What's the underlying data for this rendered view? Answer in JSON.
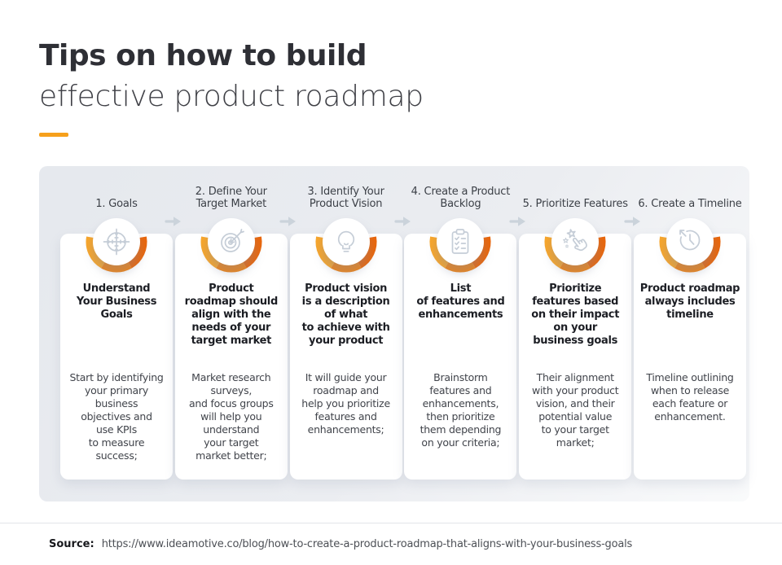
{
  "header": {
    "title_bold": "Tips on how to build",
    "title_light": "effective product roadmap"
  },
  "steps": [
    {
      "label": "1. Goals",
      "icon": "crosshair-target-icon",
      "heading": "Understand\nYour Business\nGoals",
      "body": "Start by identifying\nyour primary\nbusiness\nobjectives and\nuse KPIs\nto measure\nsuccess;"
    },
    {
      "label": "2. Define Your\nTarget Market",
      "icon": "bullseye-dart-icon",
      "heading": "Product\nroadmap should\nalign with the\nneeds of your\ntarget market",
      "body": "Market research\nsurveys,\nand focus groups\nwill help you\nunderstand\nyour target\nmarket better;"
    },
    {
      "label": "3. Identify Your\nProduct Vision",
      "icon": "lightbulb-icon",
      "heading": "Product vision\nis a description\nof what\nto achieve with\nyour product",
      "body": "It will guide your\nroadmap and\nhelp you prioritize\nfeatures and\nenhancements;"
    },
    {
      "label": "4. Create a Product\nBacklog",
      "icon": "clipboard-checklist-icon",
      "heading": "List\nof features and\nenhancements",
      "body": "Brainstorm\nfeatures and\nenhancements,\nthen prioritize\nthem depending\non your criteria;"
    },
    {
      "label": "5. Prioritize Features",
      "icon": "hand-stars-icon",
      "heading": "Prioritize\nfeatures based\non their impact\non your\nbusiness goals",
      "body": "Their alignment\nwith your product\nvision, and their\npotential value\nto your target\nmarket;"
    },
    {
      "label": "6. Create a Timeline",
      "icon": "clock-deadline-icon",
      "heading": "Product roadmap\nalways includes\ntimeline",
      "body": "Timeline outlining\nwhen to release\neach feature or\nenhancement."
    }
  ],
  "footer": {
    "source_label": "Source:",
    "source_url": "https://www.ideamotive.co/blog/how-to-create-a-product-roadmap-that-aligns-with-your-business-goals"
  },
  "colors": {
    "accent_orange": "#F28414",
    "orange_light": "#F8A62B",
    "orange_dark": "#EA660A",
    "underline_orange": "#F6A01C",
    "icon_gray": "#C5CDD7",
    "arrow_gray": "#CBD3DB",
    "panel_gray": "#E7E9EE"
  }
}
